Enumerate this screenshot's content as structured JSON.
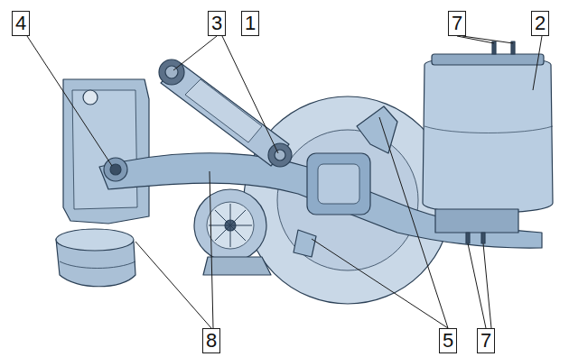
{
  "diagram": {
    "labels": [
      "4",
      "3",
      "1",
      "7",
      "2",
      "8",
      "5",
      "7"
    ]
  }
}
